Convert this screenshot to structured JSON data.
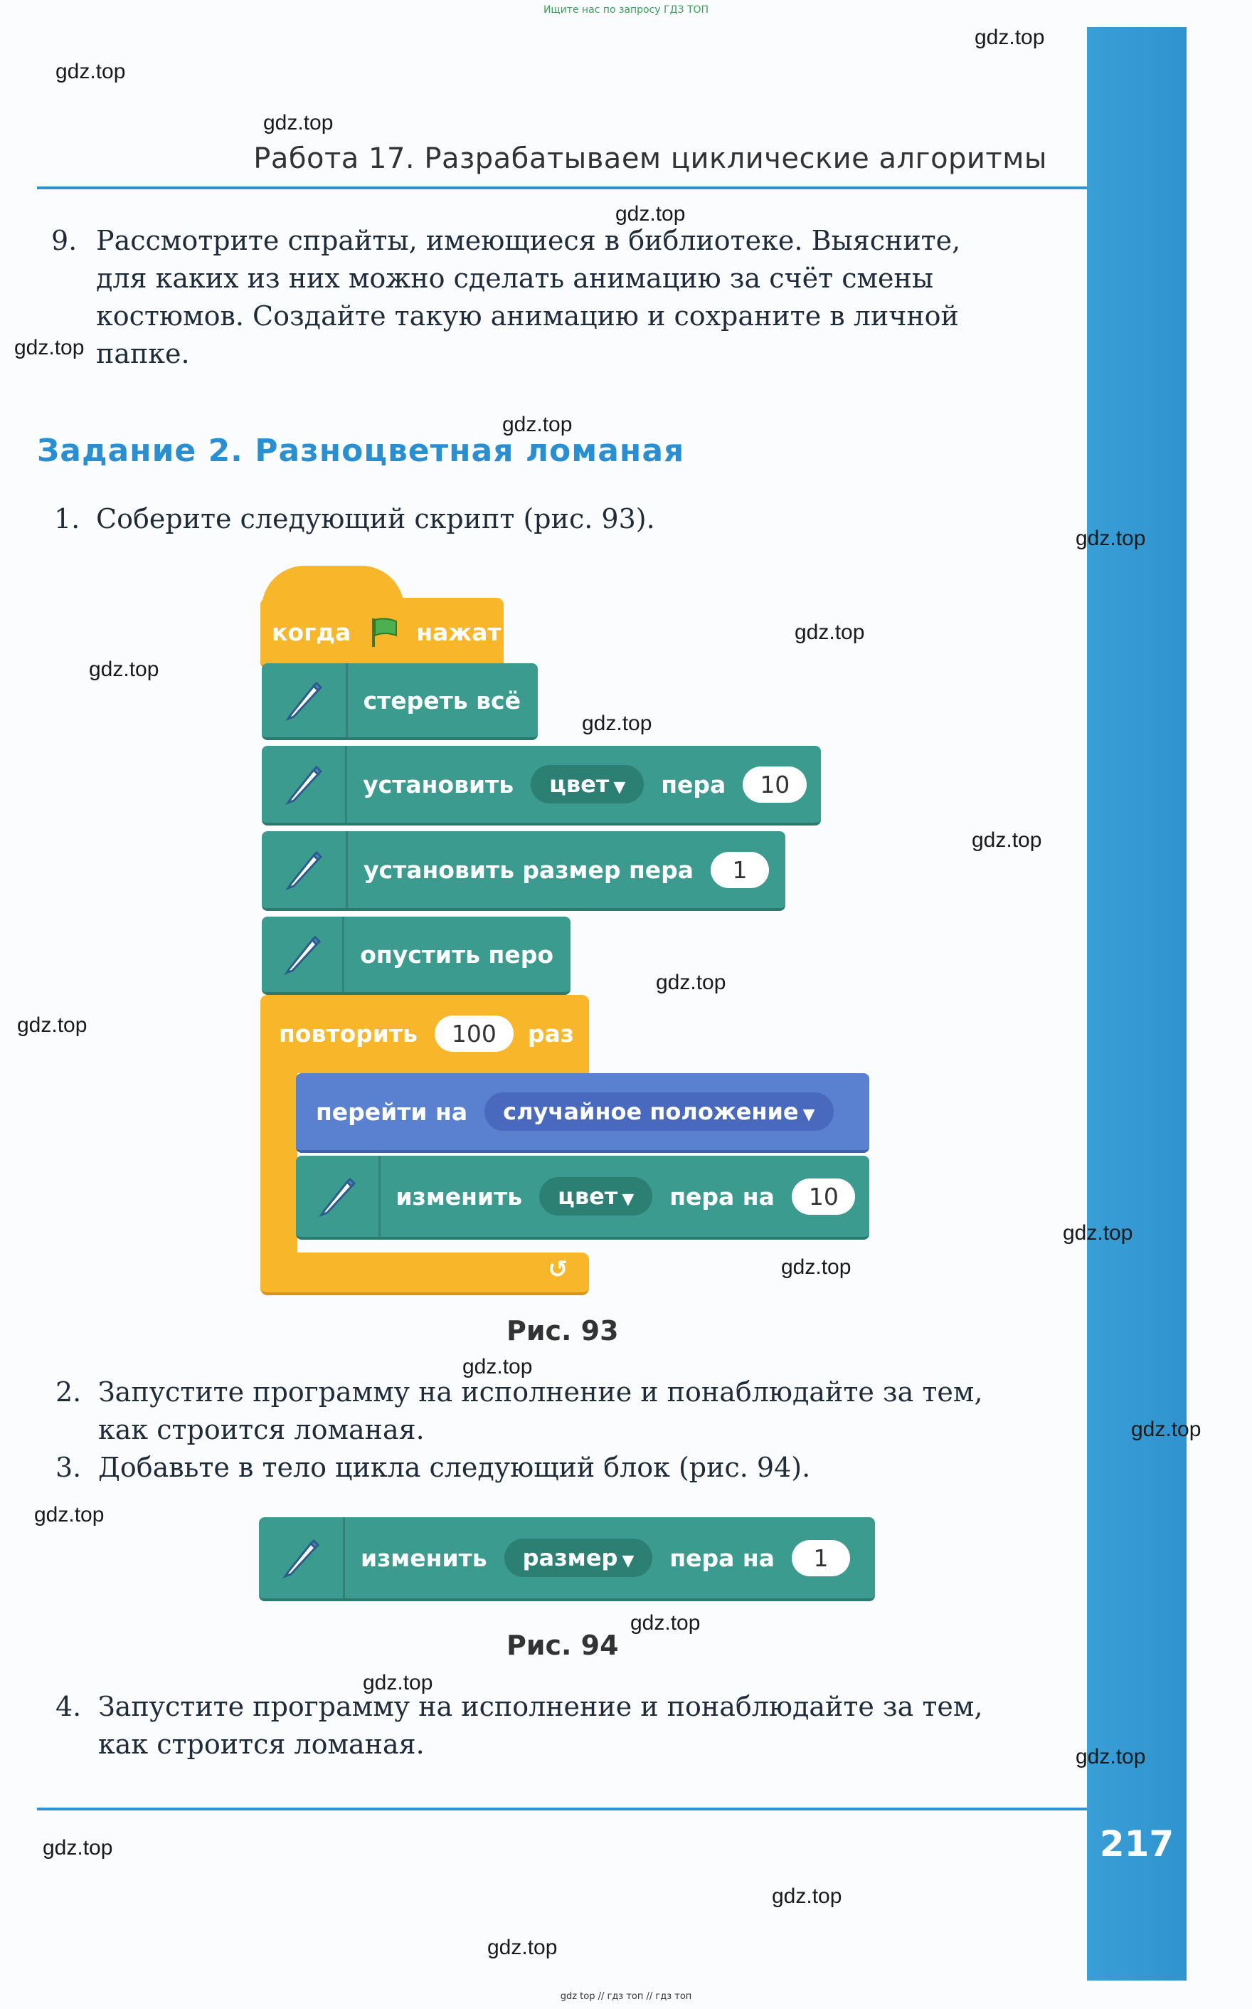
{
  "top_note": "Ищите нас по запросу ГДЗ ТОП",
  "bottom_note": "gdz top  //  гдз топ  //  гдз топ",
  "watermark": "gdz.top",
  "header": {
    "title": "Работа 17. Разрабатываем циклические алгоритмы"
  },
  "item9": {
    "num": "9.",
    "lines": [
      "Рассмотрите спрайты, имеющиеся в библиотеке. Выясните,",
      "для каких из них можно сделать анимацию за счёт смены",
      "костюмов. Создайте такую анимацию и сохраните в личной",
      "папке."
    ]
  },
  "task2": {
    "heading": "Задание 2. Разноцветная ломаная"
  },
  "step1": {
    "num": "1.",
    "text": "Соберите следующий скрипт (рис. 93)."
  },
  "script93": {
    "when_label": "когда",
    "clicked_label": "нажат",
    "clear_label": "стереть всё",
    "set_label": "установить",
    "set_color_dropdown": "цвет",
    "pen_label": "пера",
    "set_color_value": "10",
    "set_size_label": "установить размер пера",
    "set_size_value": "1",
    "pen_down_label": "опустить перо",
    "repeat_label": "повторить",
    "repeat_value": "100",
    "times_label": "раз",
    "goto_label": "перейти на",
    "goto_dropdown": "случайное положение",
    "change_label": "изменить",
    "change_dropdown": "цвет",
    "pen_by_label": "пера на",
    "change_value": "10",
    "caption": "Рис. 93"
  },
  "step2": {
    "num": "2.",
    "lines": [
      "Запустите программу на исполнение и понаблюдайте за тем,",
      "как строится ломаная."
    ]
  },
  "step3": {
    "num": "3.",
    "text": "Добавьте в тело цикла следующий блок (рис. 94)."
  },
  "script94": {
    "change_label": "изменить",
    "dropdown": "размер",
    "pen_by_label": "пера на",
    "value": "1",
    "caption": "Рис. 94"
  },
  "step4": {
    "num": "4.",
    "lines": [
      "Запустите программу на исполнение и понаблюдайте за тем,",
      "как строится ломаная."
    ]
  },
  "page_number": "217",
  "colors": {
    "accent_blue": "#2f93cf",
    "heading_blue": "#2a8fd2",
    "event_yellow": "#f8b62b",
    "pen_green": "#3a9b8e",
    "motion_blue": "#5a80d0"
  }
}
